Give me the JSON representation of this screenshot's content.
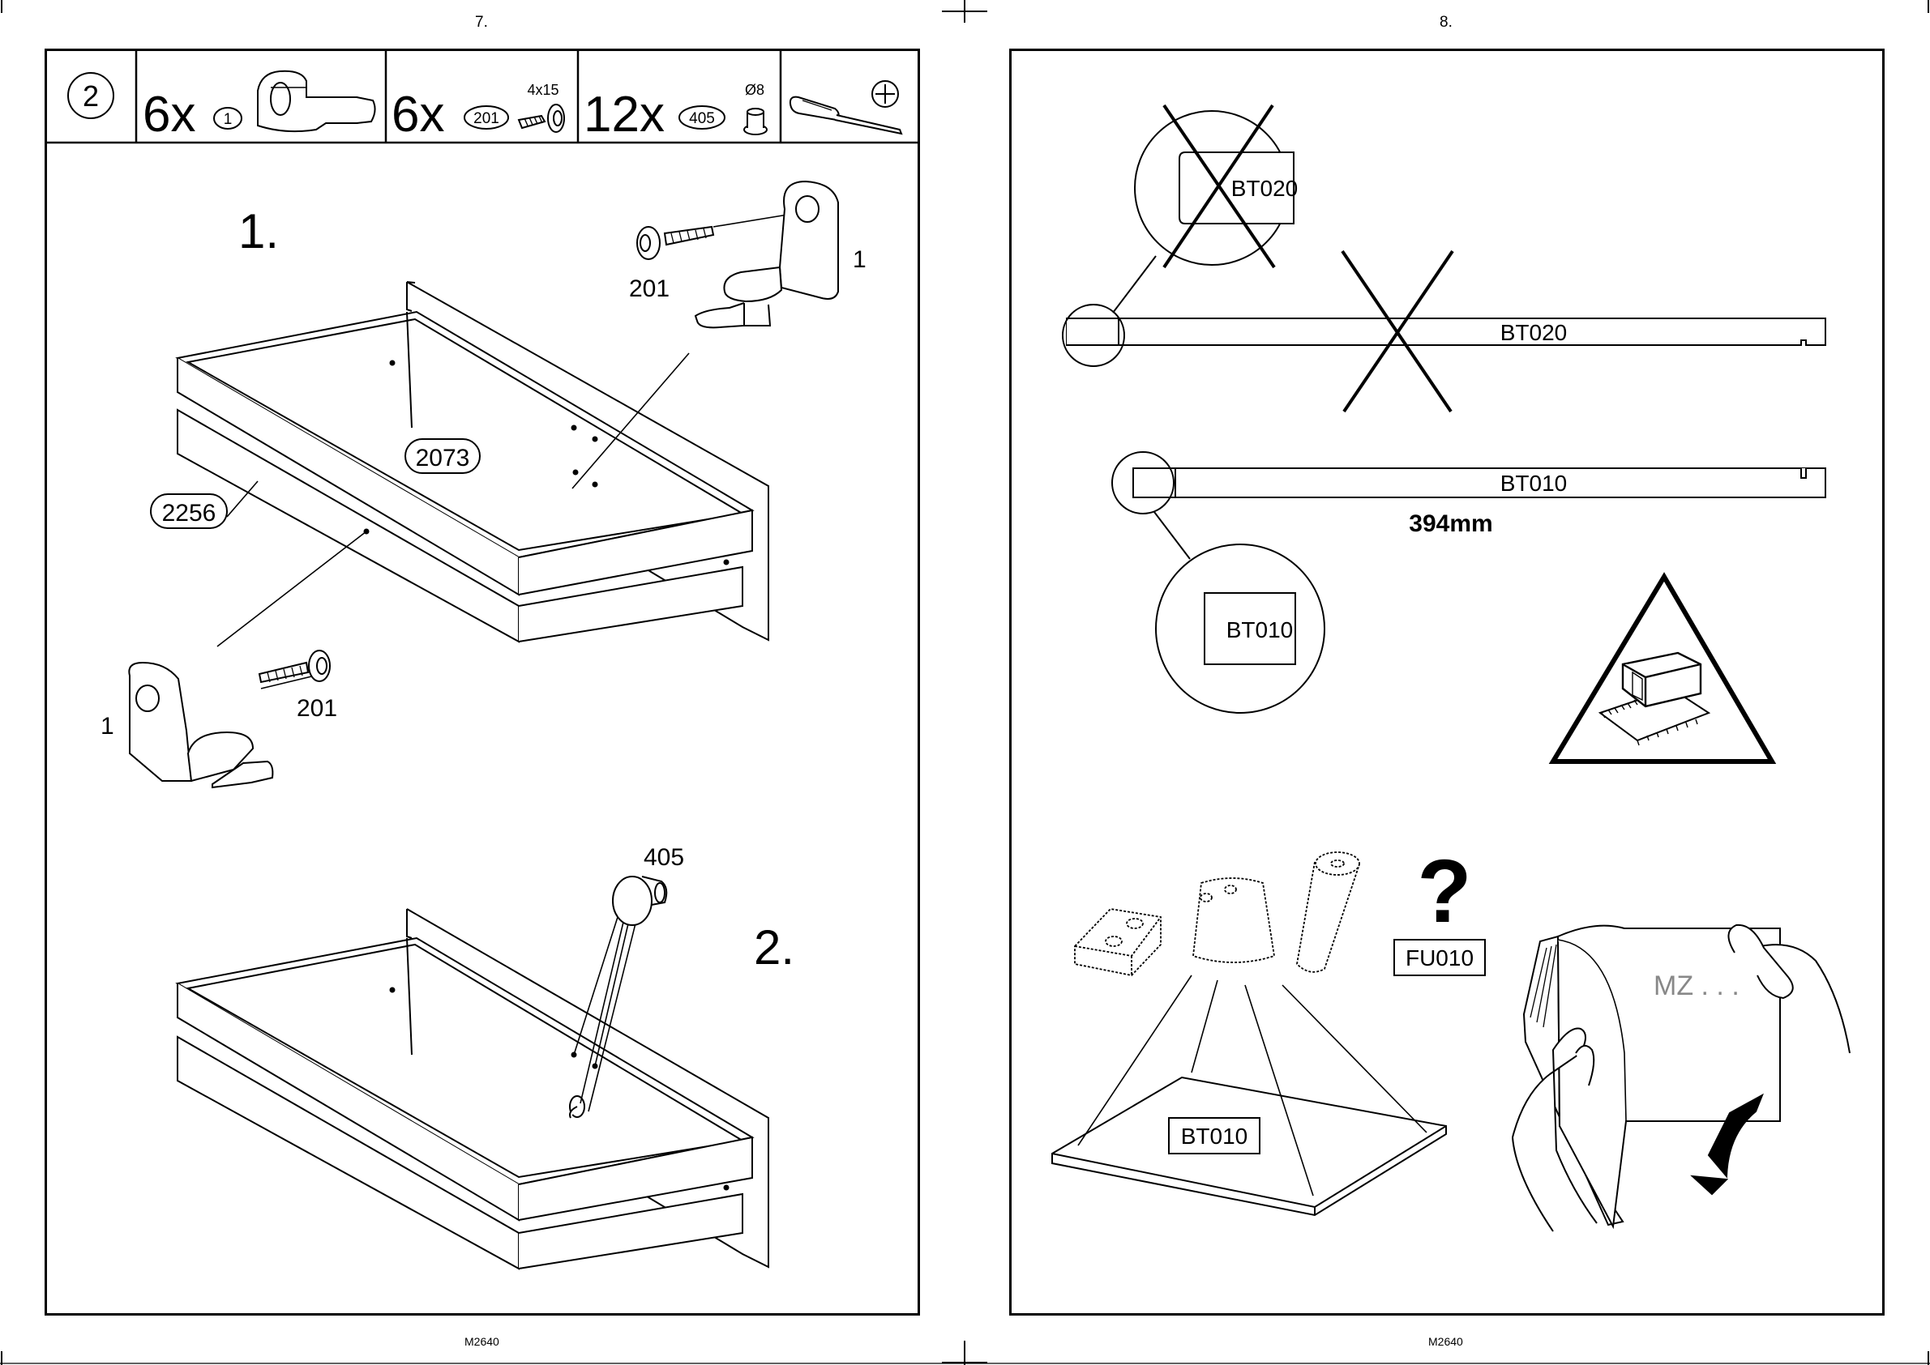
{
  "pages": [
    {
      "number": "7.",
      "code": "M2640"
    },
    {
      "number": "8.",
      "code": "M2640"
    }
  ],
  "step_header": {
    "step": "2",
    "parts": [
      {
        "qty": "6x",
        "id": "1"
      },
      {
        "qty": "6x",
        "id": "201",
        "spec": "4x15"
      },
      {
        "qty": "12x",
        "id": "405",
        "spec": "Ø8"
      }
    ]
  },
  "left_page": {
    "substep_1": "1.",
    "substep_2": "2.",
    "labels": {
      "bracket_top": "1",
      "screw_top": "201",
      "panel_2073": "2073",
      "panel_2256": "2256",
      "bracket_bottom": "1",
      "screw_bottom": "201",
      "plug": "405"
    }
  },
  "right_page": {
    "board_wrong": "BT020",
    "board_wrong_zoom": "BT020",
    "board_right": "BT010",
    "board_right_zoom": "BT010",
    "length": "394mm",
    "question": "?",
    "missing_part": "FU010",
    "board_box": "BT010",
    "booklet_text": "MZ . . ."
  }
}
